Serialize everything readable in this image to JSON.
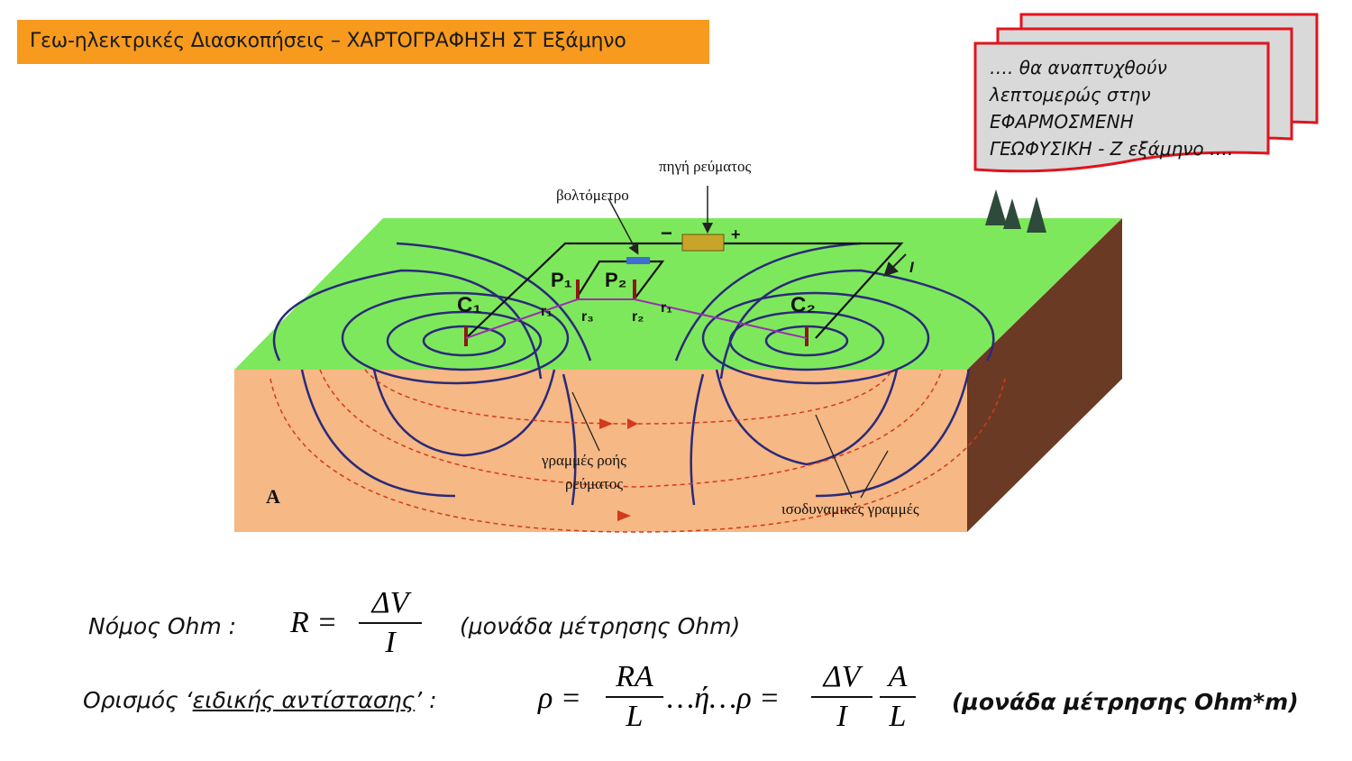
{
  "header": {
    "title": "Γεω-ηλεκτρικές Διασκοπήσεις – ΧΑΡΤΟΓΡΑΦΗΣΗ ΣΤ Εξάμηνο"
  },
  "note": {
    "lines": [
      "…. θα αναπτυχθούν",
      "λεπτομερώς στην",
      "ΕΦΑΡΜΟΣΜΕΝΗ",
      "ΓΕΩΦΥΣΙΚΗ - Ζ εξάμηνο …."
    ],
    "border_color": "#e0141e",
    "fill_color": "#d9d9d9"
  },
  "diagram": {
    "label_source": "πηγή ρεύματος",
    "label_voltmeter": "βολτόμετρο",
    "minus": "−",
    "plus": "+",
    "current_i": "I",
    "p1": "P₁",
    "p2": "P₂",
    "c1": "C₁",
    "c2": "C₂",
    "r1a": "r₁",
    "r3": "r₃",
    "r2": "r₂",
    "r1b": "r₁",
    "flow_lines": [
      "γραμμές ροής",
      "ρεύματος"
    ],
    "equipotential": "ισοδυναμικές γραμμές",
    "panel_letter": "A",
    "colors": {
      "surface": "#7ee85c",
      "soil": "#f6b884",
      "side": "#6b3a24",
      "field_lines": "#2a2a7a",
      "flow_lines": "#d23a1e"
    }
  },
  "ohm": {
    "label": "Νόμος Ohm :",
    "lhs": "R =",
    "numerator": "ΔV",
    "denominator": "I",
    "unit": "(μονάδα μέτρησης Ohm)"
  },
  "resistivity": {
    "label_prefix": "Ορισμός ‘",
    "label_underlined": "ειδικής αντίστασης",
    "label_suffix": "’ :",
    "rho1": "ρ =",
    "frac1_num": "RA",
    "frac1_den": "L",
    "middle": "…ή…ρ =",
    "frac2_num": "ΔV",
    "frac2_den": "I",
    "frac3_num": "A",
    "frac3_den": "L",
    "unit": "(μονάδα μέτρησης Ohm*m)"
  }
}
